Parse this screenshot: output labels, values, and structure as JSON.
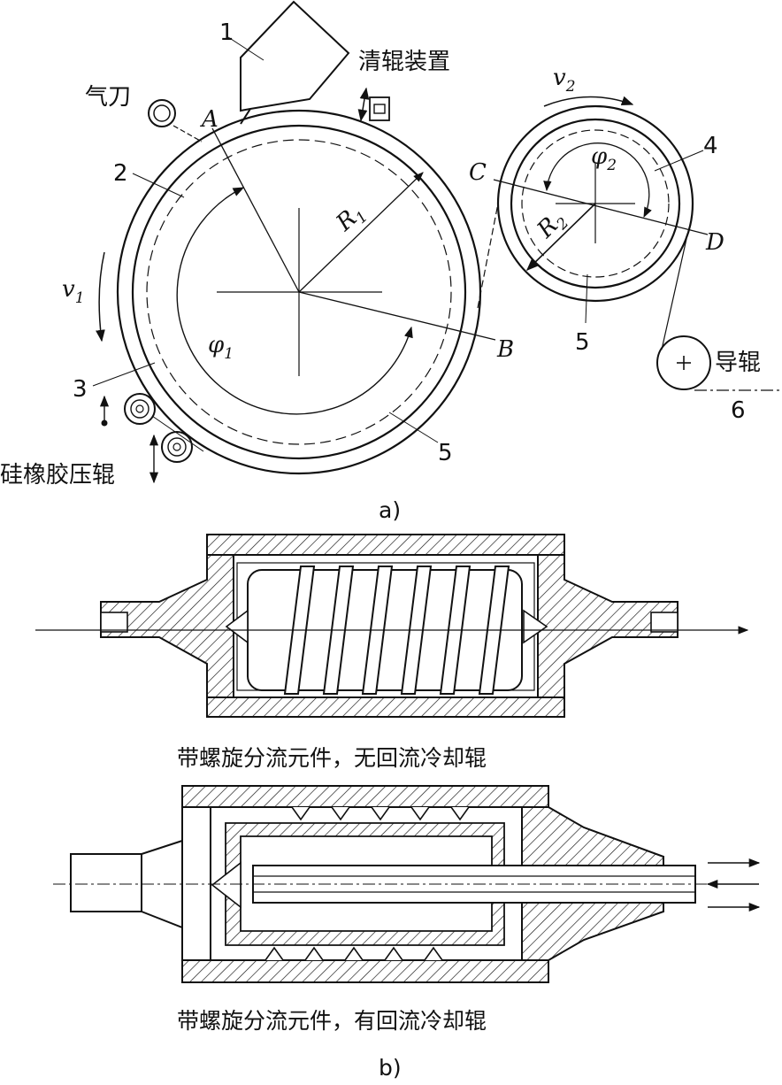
{
  "panel_a": {
    "caption": "a)",
    "labels": {
      "n1": "1",
      "n2": "2",
      "n3": "3",
      "n4": "4",
      "n5a": "5",
      "n5b": "5",
      "n6": "6",
      "air_knife": "气刀",
      "roll_cleaner": "清辊装置",
      "guide_roll": "导辊",
      "silicone_roll": "硅橡胶压辊",
      "A": "A",
      "B": "B",
      "C": "C",
      "D": "D",
      "R": "R",
      "R1_sub": "1",
      "R2_sub": "2",
      "v": "v",
      "v1_sub": "1",
      "v2_sub": "2",
      "phi": "φ",
      "phi1_sub": "1",
      "phi2_sub": "2"
    }
  },
  "panel_b": {
    "caption": "b)",
    "top_caption": "带螺旋分流元件，无回流冷却辊",
    "bottom_caption": "带螺旋分流元件，有回流冷却辊"
  },
  "colors": {
    "ink": "#111111",
    "background": "#ffffff"
  }
}
